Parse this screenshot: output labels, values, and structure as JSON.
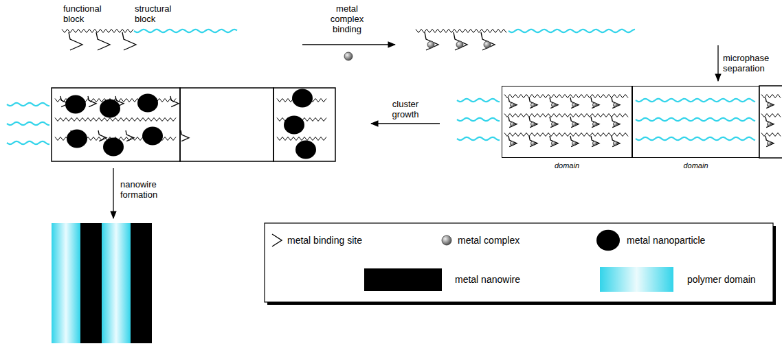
{
  "diagram": {
    "nodes": [
      {
        "text": [
          "domain"
        ]
      },
      {
        "text": [
          "domain"
        ]
      }
    ],
    "labels": [
      "functional block",
      "structural block",
      "metal complex binding",
      "microphase separation",
      "cluster growth",
      "nanowire formation"
    ],
    "legend": [
      {
        "text": "metal binding site"
      },
      {
        "text": "metal complex"
      },
      {
        "text": "metal nanoparticle"
      },
      {
        "text": "metal nanowire",
        "color": "#000000"
      },
      {
        "text": "polymer domain",
        "color": "#33d4ea"
      }
    ]
  }
}
